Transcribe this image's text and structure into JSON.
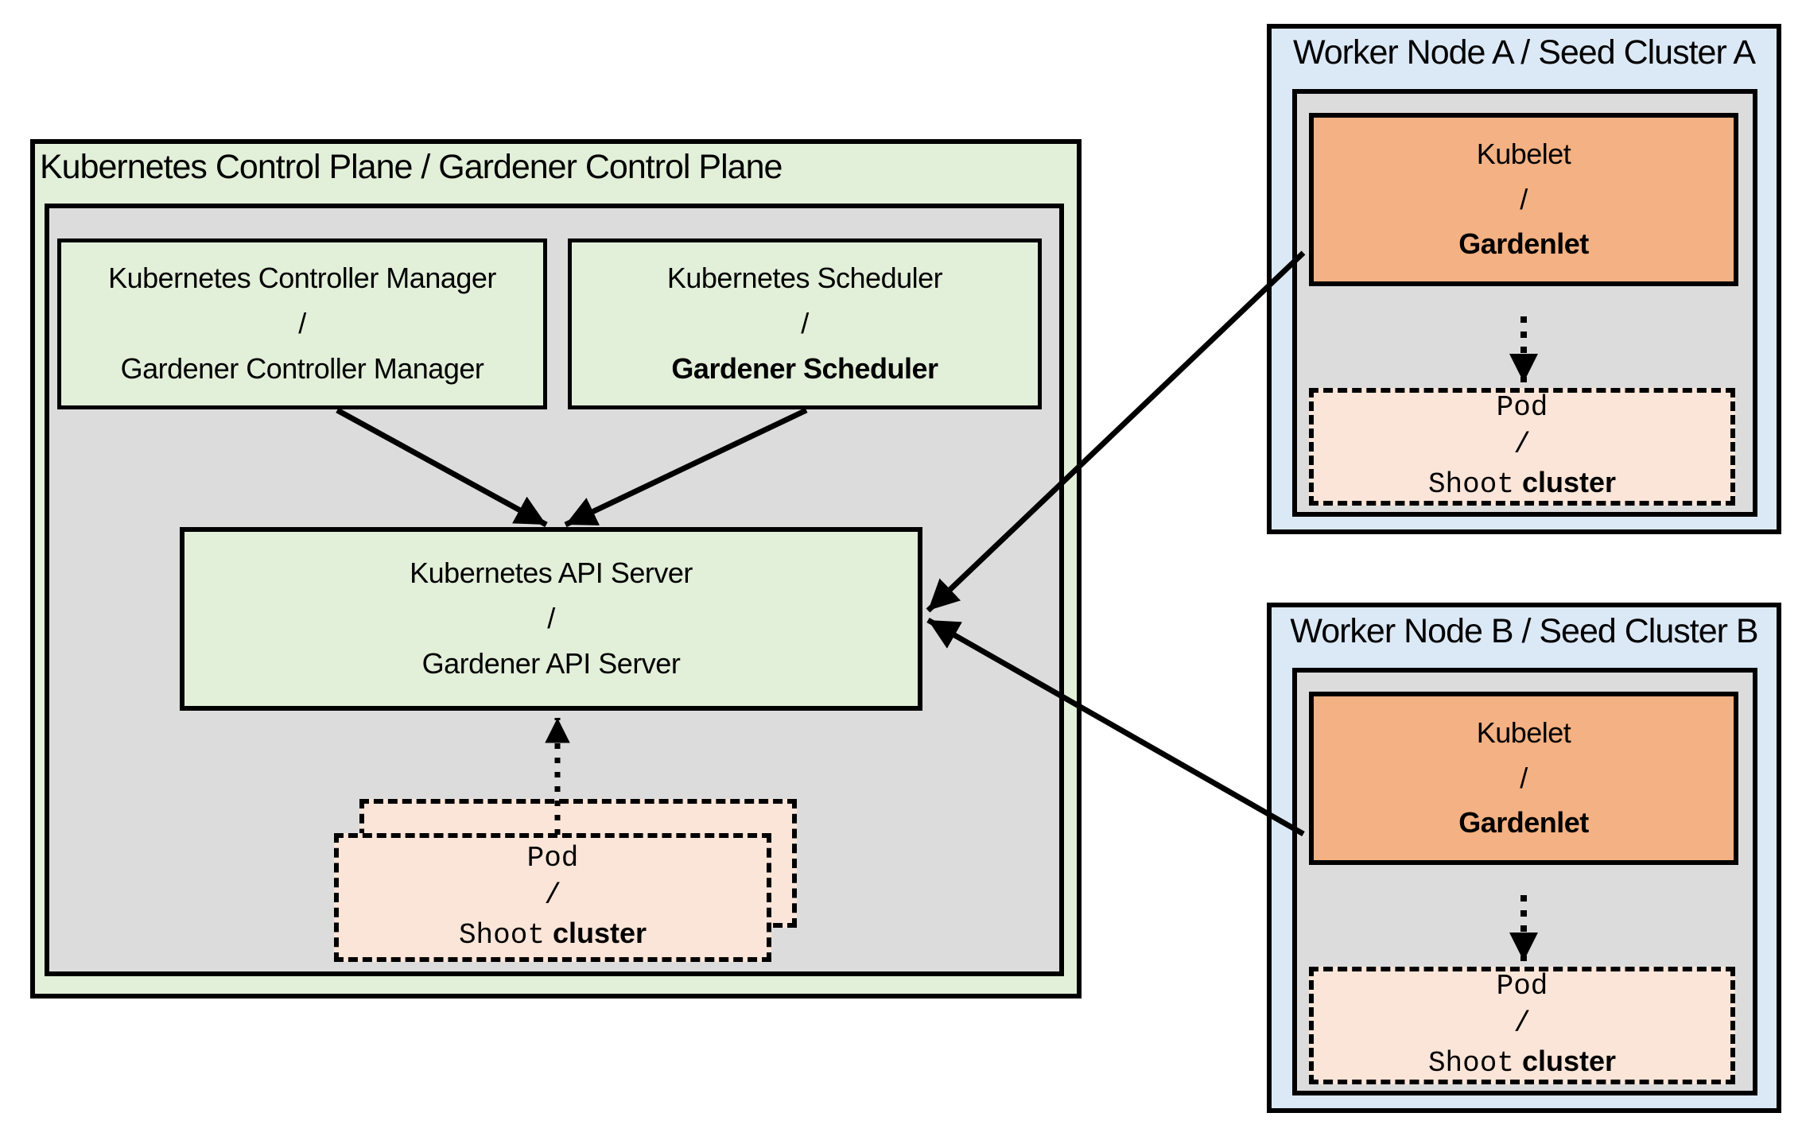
{
  "diagram_colors": {
    "cluster_green": "#e2efd9",
    "node_gray": "#dcdcdc",
    "worker_blue": "#dbe8f6",
    "kubelet_orange": "#f4b183",
    "pod_peach": "#fbe5d8",
    "line_black": "#000000"
  },
  "control_plane": {
    "title": "Kubernetes Control Plane / Gardener Control Plane",
    "controller_manager": {
      "line1": "Kubernetes Controller Manager",
      "line2": "/",
      "line3": "Gardener Controller Manager"
    },
    "scheduler": {
      "line1": "Kubernetes Scheduler",
      "line2": "/",
      "line3": "Gardener Scheduler"
    },
    "api_server": {
      "line1": "Kubernetes API Server",
      "line2": "/",
      "line3": "Gardener API Server"
    },
    "pod": {
      "line1": "Pod",
      "line2": "/",
      "line3_mono": "Shoot",
      "line3_plain": "cluster"
    }
  },
  "worker_a": {
    "title": "Worker Node A / Seed Cluster A",
    "kubelet": {
      "line1": "Kubelet",
      "line2": "/",
      "line3": "Gardenlet"
    },
    "pod": {
      "line1": "Pod",
      "line2": "/",
      "line3_mono": "Shoot",
      "line3_plain": "cluster"
    }
  },
  "worker_b": {
    "title": "Worker Node B / Seed Cluster B",
    "kubelet": {
      "line1": "Kubelet",
      "line2": "/",
      "line3": "Gardenlet"
    },
    "pod": {
      "line1": "Pod",
      "line2": "/",
      "line3_mono": "Shoot",
      "line3_plain": "cluster"
    }
  }
}
